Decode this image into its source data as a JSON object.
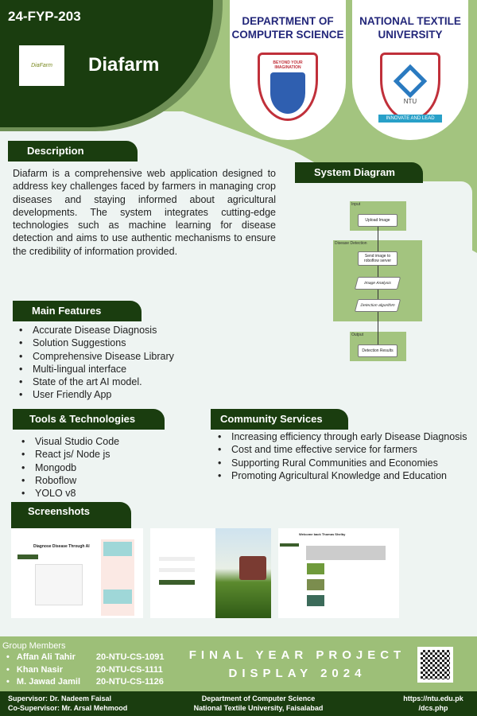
{
  "header": {
    "project_id": "24-FYP-203",
    "logo_text": "DiaFarm",
    "title": "Diafarm"
  },
  "department": {
    "name": "DEPARTMENT OF COMPUTER SCIENCE",
    "motto": "BEYOND YOUR IMAGINATION"
  },
  "university": {
    "name": "NATIONAL TEXTILE UNIVERSITY",
    "abbr": "NTU",
    "motto": "INNOVATE AND LEAD"
  },
  "description": {
    "heading": "Description",
    "text": "Diafarm is a comprehensive web application designed to address key challenges faced by farmers in managing crop diseases and staying informed about agricultural developments. The system integrates cutting-edge technologies such as machine learning for disease detection and aims to use authentic mechanisms to ensure the credibility of information provided."
  },
  "system_diagram": {
    "heading": "System Diagram",
    "groups": [
      "Input",
      "Disease Detection",
      "Output"
    ],
    "steps": [
      "Upload Image",
      "Send image to roboflow server",
      "Image Analysis",
      "Detection algorithm",
      "Detection Results"
    ]
  },
  "features": {
    "heading": "Main Features",
    "items": [
      "Accurate Disease Diagnosis",
      "Solution Suggestions",
      "Comprehensive Disease Library",
      "Multi-lingual interface",
      "State of the art AI model.",
      "User Friendly App"
    ]
  },
  "tools": {
    "heading": "Tools & Technologies",
    "items": [
      "Visual Studio Code",
      "React js/ Node js",
      "Mongodb",
      "Roboflow",
      "YOLO v8"
    ]
  },
  "community": {
    "heading": "Community Services",
    "items": [
      "Increasing efficiency through early Disease Diagnosis",
      "Cost and time effective service for farmers",
      "Supporting Rural Communities and Economies",
      "Promoting Agricultural Knowledge and Education"
    ]
  },
  "screenshots": {
    "heading": "Screenshots",
    "shot1_title": "Diagnose Disease Through AI",
    "shot3_title": "Welcome back Thomas Shelby"
  },
  "footer": {
    "group_heading": "Group Members",
    "members": [
      {
        "name": "Affan Ali Tahir",
        "id": "20-NTU-CS-1091"
      },
      {
        "name": "Khan Nasir",
        "id": "20-NTU-CS-1111"
      },
      {
        "name": "M. Jawad Jamil",
        "id": "20-NTU-CS-1126"
      }
    ],
    "banner_line1": "FINAL YEAR PROJECT",
    "banner_line2": "DISPLAY 2024",
    "supervisor": "Supervisor: Dr. Nadeem Faisal",
    "co_supervisor": "Co-Supervisor: Mr. Arsal Mehmood",
    "dept_line1": "Department of Computer Science",
    "dept_line2": "National Textile University, Faisalabad",
    "url_line1": "https://ntu.edu.pk",
    "url_line2": "/dcs.php"
  },
  "colors": {
    "dark_green": "#1a3d0f",
    "light_green": "#a3c47f",
    "navy": "#23277a"
  }
}
